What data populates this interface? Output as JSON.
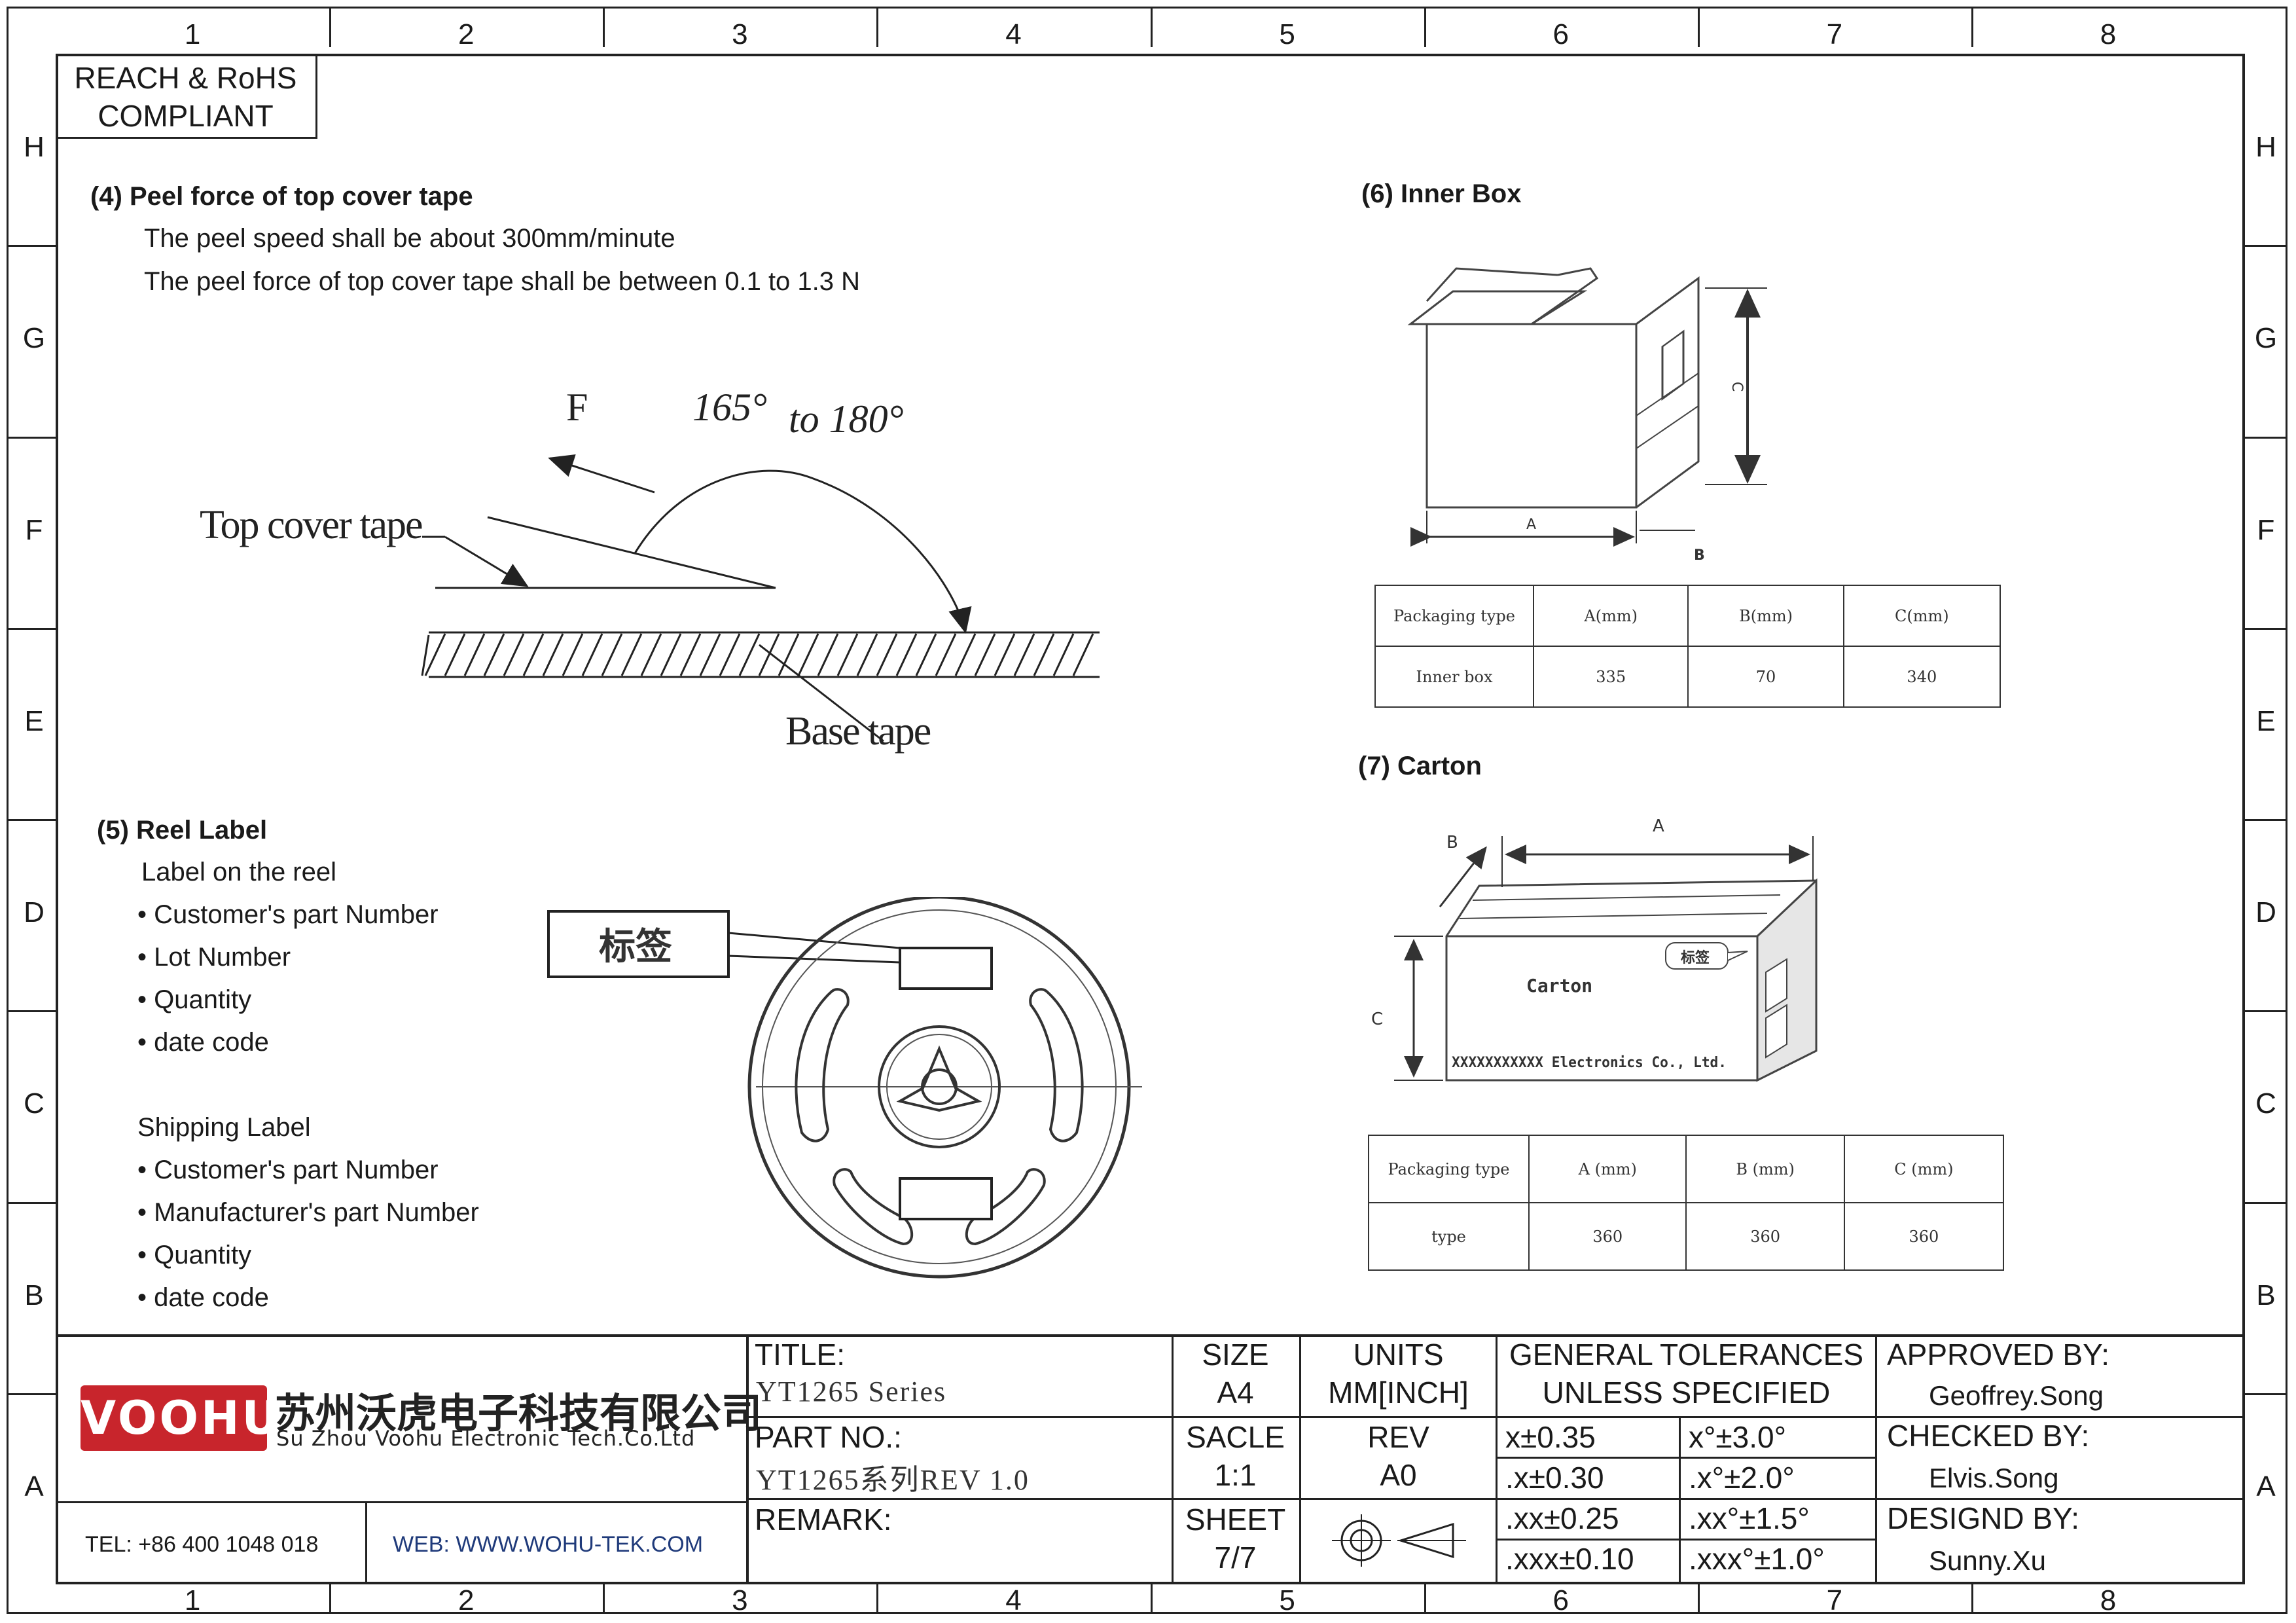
{
  "zones": {
    "columns": [
      "1",
      "2",
      "3",
      "4",
      "5",
      "6",
      "7",
      "8"
    ],
    "rows": [
      "H",
      "G",
      "F",
      "E",
      "D",
      "C",
      "B",
      "A"
    ]
  },
  "compliance": "REACH & RoHS\nCOMPLIANT",
  "peel": {
    "heading": "(4) Peel force of top cover tape",
    "line1": "The peel speed shall be about 300mm/minute",
    "line2": "The peel force of top cover tape shall be between 0.1 to 1.3 N",
    "diagram": {
      "force": "F",
      "angle_from": "165°",
      "angle_to": "to 180°",
      "top_cover": "Top cover tape",
      "base": "Base tape"
    }
  },
  "reel": {
    "heading": "(5) Reel Label",
    "reel_label_title": "Label on the reel",
    "reel_items": [
      "• Customer's part Number",
      "• Lot Number",
      "• Quantity",
      "• date code"
    ],
    "shipping_title": "Shipping Label",
    "shipping_items": [
      "• Customer's part Number",
      "• Manufacturer's part Number",
      "• Quantity",
      "• date code"
    ],
    "tag": "标签"
  },
  "inner_box": {
    "heading": "(6) Inner Box",
    "dims": {
      "a": "A",
      "b": "B",
      "c": "C"
    },
    "table": {
      "headers": [
        "Packaging type",
        "A(mm)",
        "B(mm)",
        "C(mm)"
      ],
      "row": [
        "Inner box",
        "335",
        "70",
        "340"
      ]
    }
  },
  "carton": {
    "heading": "(7) Carton",
    "dims": {
      "a": "A",
      "b": "B",
      "c": "C"
    },
    "label": "Carton",
    "tag": "标签",
    "maker": "XXXXXXXXXXX Electronics Co., Ltd.",
    "table": {
      "headers": [
        "Packaging type",
        "A (mm)",
        "B (mm)",
        "C (mm)"
      ],
      "row": [
        "type",
        "360",
        "360",
        "360"
      ]
    }
  },
  "title_block": {
    "logo": "VOOHU",
    "company_cn": "苏州沃虎电子科技有限公司",
    "company_en": "Su Zhou Voohu Electronic Tech.Co.Ltd",
    "tel": "TEL: +86 400 1048 018",
    "web": "WEB: WWW.WOHU-TEK.COM",
    "title_label": "TITLE:",
    "title_value": "YT1265 Series",
    "part_label": "PART NO.:",
    "part_value": "YT1265系列REV 1.0",
    "remark_label": "REMARK:",
    "size_label": "SIZE",
    "size_value": "A4",
    "units_label": "UNITS",
    "units_value": "MM[INCH]",
    "scale_label": "SACLE",
    "scale_value": "1:1",
    "rev_label": "REV",
    "rev_value": "A0",
    "sheet_label": "SHEET",
    "sheet_value": "7/7",
    "tol_title1": "GENERAL TOLERANCES",
    "tol_title2": "UNLESS SPECIFIED",
    "tolerances": [
      [
        "x±0.35",
        "x°±3.0°"
      ],
      [
        ".x±0.30",
        ".x°±2.0°"
      ],
      [
        ".xx±0.25",
        ".xx°±1.5°"
      ],
      [
        ".xxx±0.10",
        ".xxx°±1.0°"
      ]
    ],
    "approved_label": "APPROVED BY:",
    "approved_value": "Geoffrey.Song",
    "checked_label": "CHECKED BY:",
    "checked_value": "Elvis.Song",
    "designed_label": "DESIGND BY:",
    "designed_value": "Sunny.Xu"
  },
  "colors": {
    "brand_red": "#c8252c",
    "line": "#222222"
  }
}
